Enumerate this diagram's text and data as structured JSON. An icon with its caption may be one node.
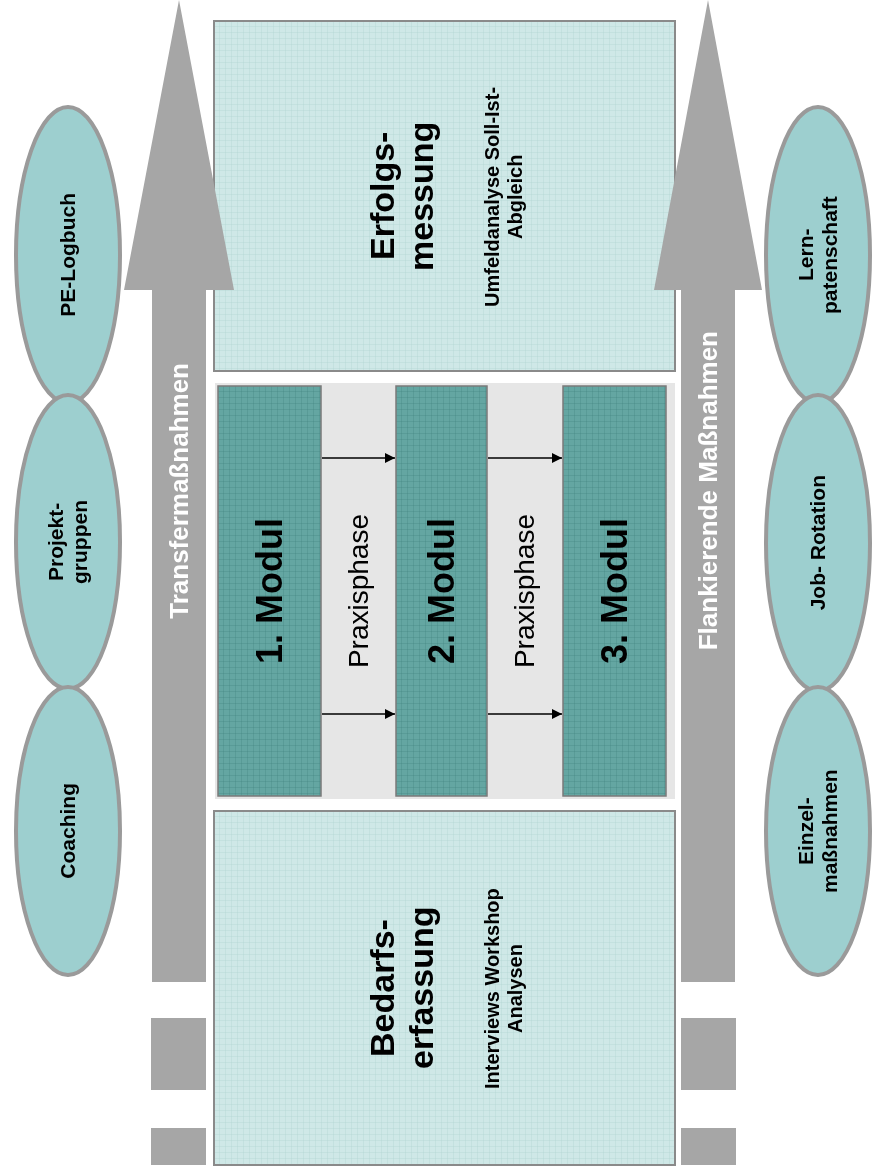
{
  "diagram": {
    "nodes": [
      {
        "text": [
          "PE-Logbuch"
        ]
      },
      {
        "text": [
          "Projekt- gruppen"
        ]
      },
      {
        "text": [
          "Coaching"
        ]
      },
      {
        "text": [
          "Transfermaßnahmen"
        ]
      },
      {
        "text": [
          "Erfolgs- messung",
          "Umfeldanalyse Soll-Ist-Abgleich"
        ]
      },
      {
        "text": [
          "1. Modul"
        ]
      },
      {
        "text": [
          "Praxisphase"
        ]
      },
      {
        "text": [
          "2. Modul"
        ]
      },
      {
        "text": [
          "Praxisphase"
        ]
      },
      {
        "text": [
          "3. Modul"
        ]
      },
      {
        "text": [
          "Bedarfs- erfassung",
          "Interviews Workshop Analysen"
        ]
      },
      {
        "text": [
          "Flankierende Maßnahmen"
        ]
      },
      {
        "text": [
          "Lern- patenschaft"
        ]
      },
      {
        "text": [
          "Job- Rotation"
        ]
      },
      {
        "text": [
          "Einzel- maßnahmen"
        ]
      }
    ],
    "edges": [
      {
        "from": 5,
        "to": 7,
        "arrow": "to"
      },
      {
        "from": 5,
        "to": 7,
        "arrow": "to"
      },
      {
        "from": 7,
        "to": 9,
        "arrow": "to"
      },
      {
        "from": 7,
        "to": 9,
        "arrow": "to"
      }
    ]
  }
}
